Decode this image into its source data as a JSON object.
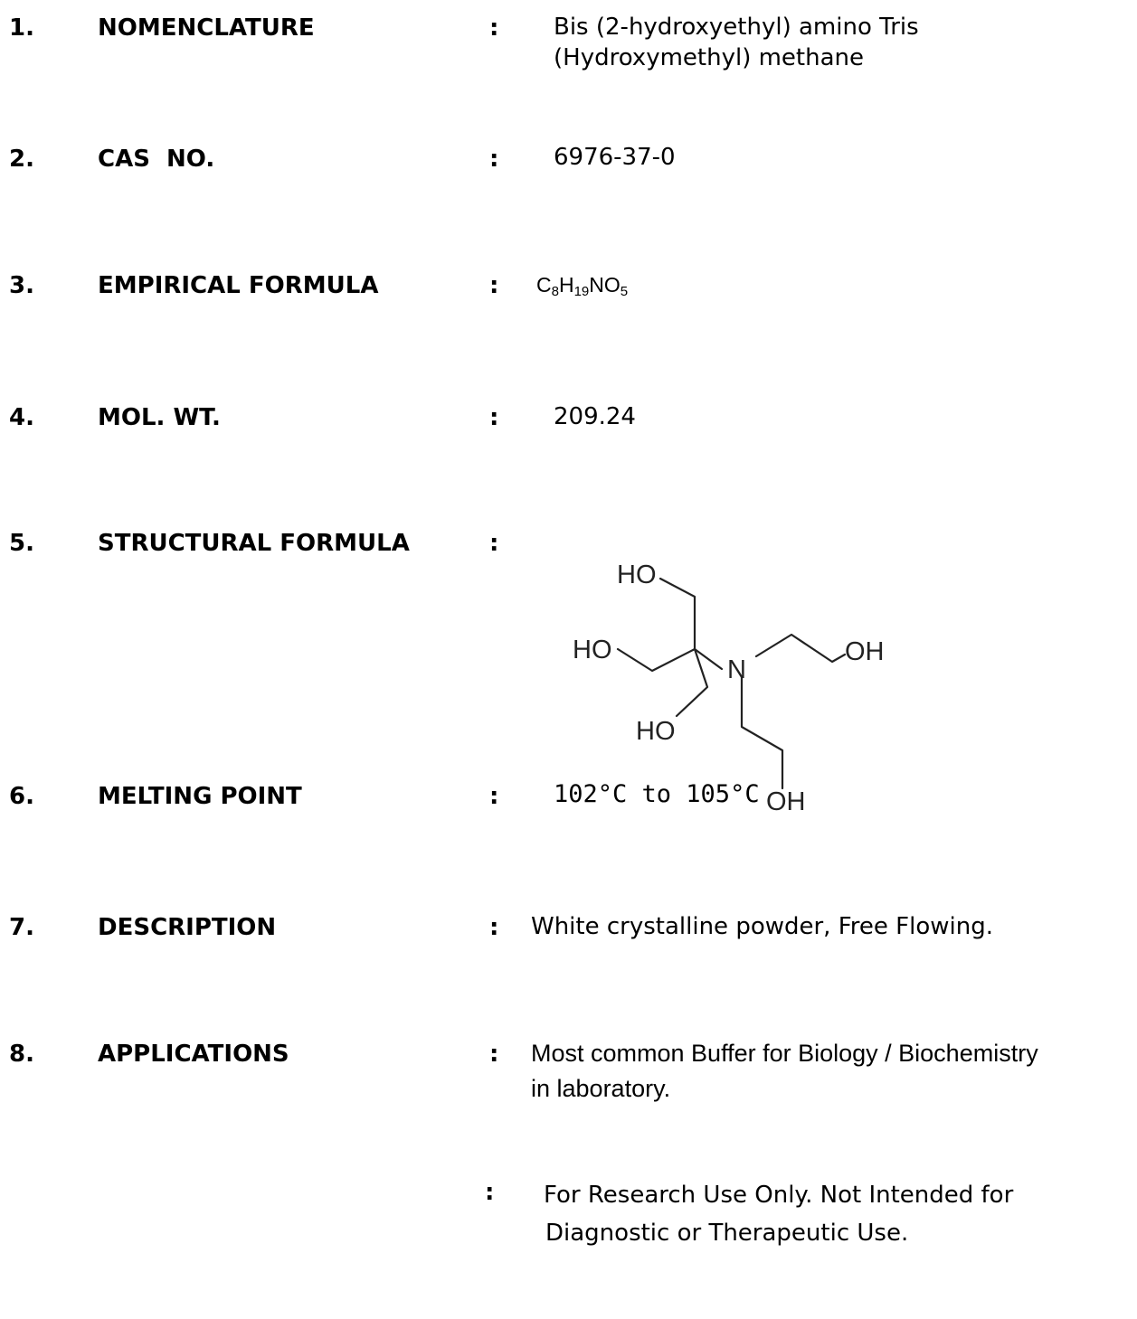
{
  "items": [
    {
      "number": "1.",
      "label": "NOMENCLATURE",
      "colon": ":",
      "value_lines": [
        "Bis (2-hydroxyethyl) amino Tris",
        "(Hydroxymethyl) methane"
      ]
    },
    {
      "number": "2.",
      "label": "CAS  NO.",
      "colon": ":",
      "value": "6976-37-0"
    },
    {
      "number": "3.",
      "label": "EMPIRICAL FORMULA",
      "colon": ":",
      "formula": {
        "c": "C",
        "c_sub": "8",
        "h": "H",
        "h_sub": "19",
        "no": "NO",
        "o_sub": "5"
      }
    },
    {
      "number": "4.",
      "label": "MOL. WT.",
      "colon": ":",
      "value": "209.24"
    },
    {
      "number": "5.",
      "label": "STRUCTURAL FORMULA",
      "colon": ":",
      "structure": {
        "top_group": "HO",
        "left_group": "HO",
        "lower_left_group": "HO",
        "nitrogen": "N",
        "right_group": "OH",
        "bottom_group": "OH"
      }
    },
    {
      "number": "6.",
      "label": "MELTING POINT",
      "colon": ":",
      "value": "102°C to 105°C"
    },
    {
      "number": "7.",
      "label": "DESCRIPTION",
      "colon": ":",
      "value": "White crystalline powder, Free Flowing."
    },
    {
      "number": "8.",
      "label": "APPLICATIONS",
      "colon": ":",
      "value_lines": [
        "Most common Buffer for Biology / Biochemistry",
        "in laboratory."
      ]
    }
  ],
  "note": {
    "colon": ":",
    "lines": [
      "For Research Use Only. Not Intended for",
      "Diagnostic or Therapeutic Use."
    ]
  }
}
